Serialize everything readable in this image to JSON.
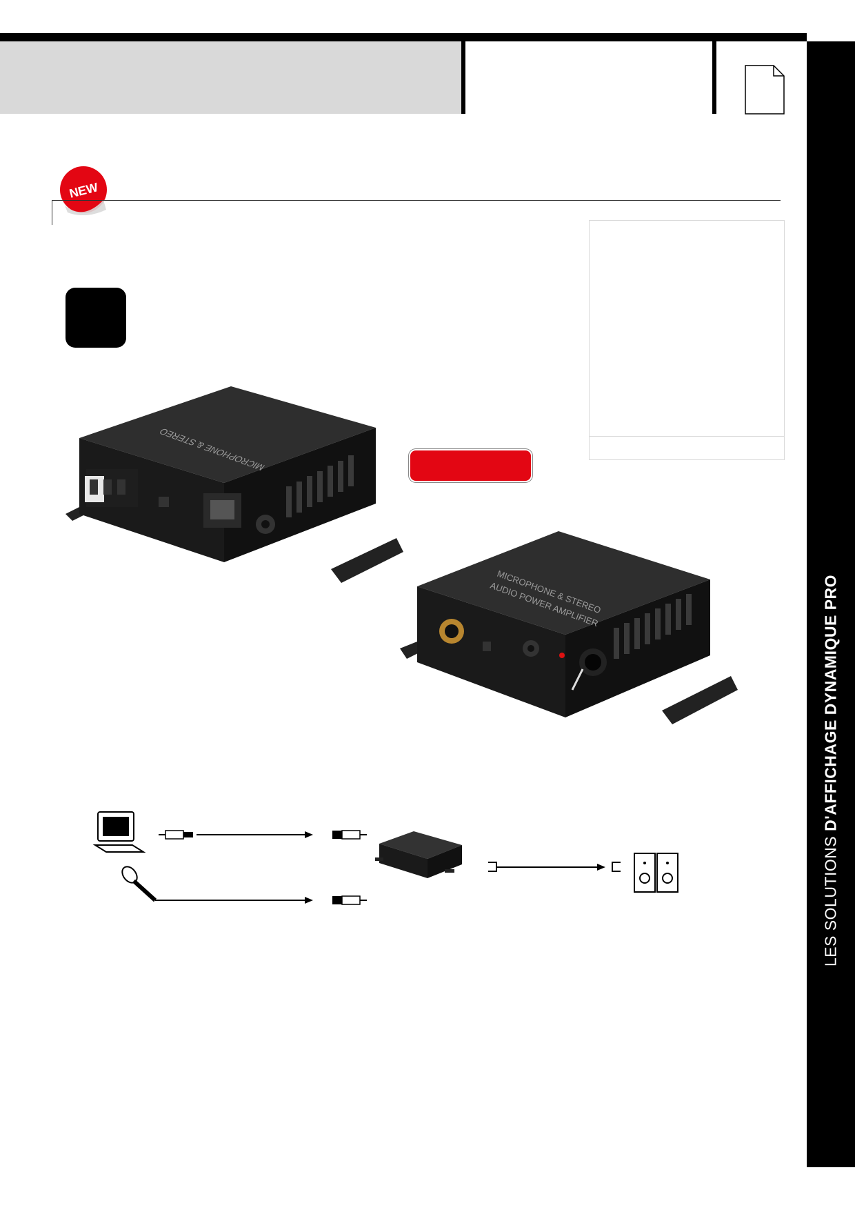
{
  "badge": {
    "label": "NEW"
  },
  "product": {
    "label_line1": "MICROPHONE & STEREO",
    "label_line2": "AUDIO POWER AMPLIFIER"
  },
  "side_band": {
    "light": "LES SOLUTIONS",
    "bold": "D'AFFICHAGE DYNAMIQUE PRO"
  },
  "colors": {
    "accent_red": "#e30613",
    "header_grey": "#d9d9d9",
    "band": "#000000"
  },
  "icons": [
    "page-icon",
    "laptop-icon",
    "microphone-icon",
    "speakers-icon",
    "jack-cable-icon",
    "amplifier-icon"
  ]
}
